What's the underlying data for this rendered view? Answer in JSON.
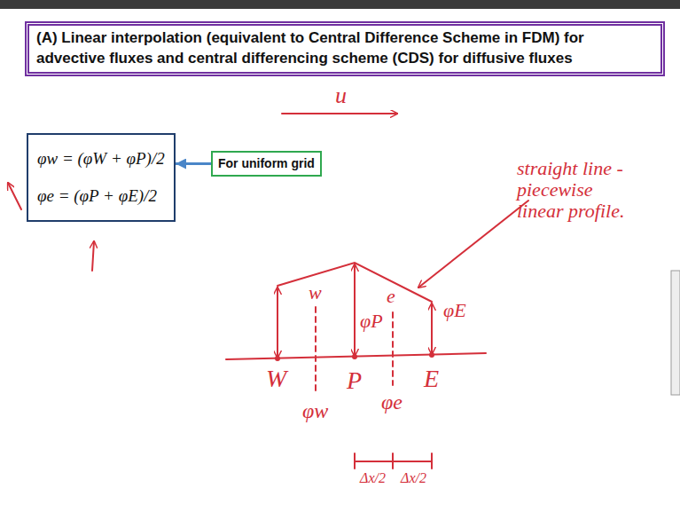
{
  "diagram": {
    "title": "(A) Linear interpolation (equivalent to Central Difference Scheme in FDM) for advective fluxes and central differencing scheme (CDS) for diffusive fluxes",
    "nodes": [
      {
        "text": [
          "φw = (φW + φP)/2",
          "φe = (φP + φE)/2"
        ]
      },
      {
        "text": [
          "For uniform grid"
        ]
      }
    ],
    "edges": [
      {
        "from": 1,
        "to": 0,
        "arrow": "to"
      }
    ],
    "labels": [
      "u",
      "straight line - piecewise linear profile.",
      "w",
      "e",
      "φP",
      "φE",
      "W",
      "P",
      "E",
      "φw",
      "φe",
      "Δx/2",
      "Δx/2"
    ]
  }
}
